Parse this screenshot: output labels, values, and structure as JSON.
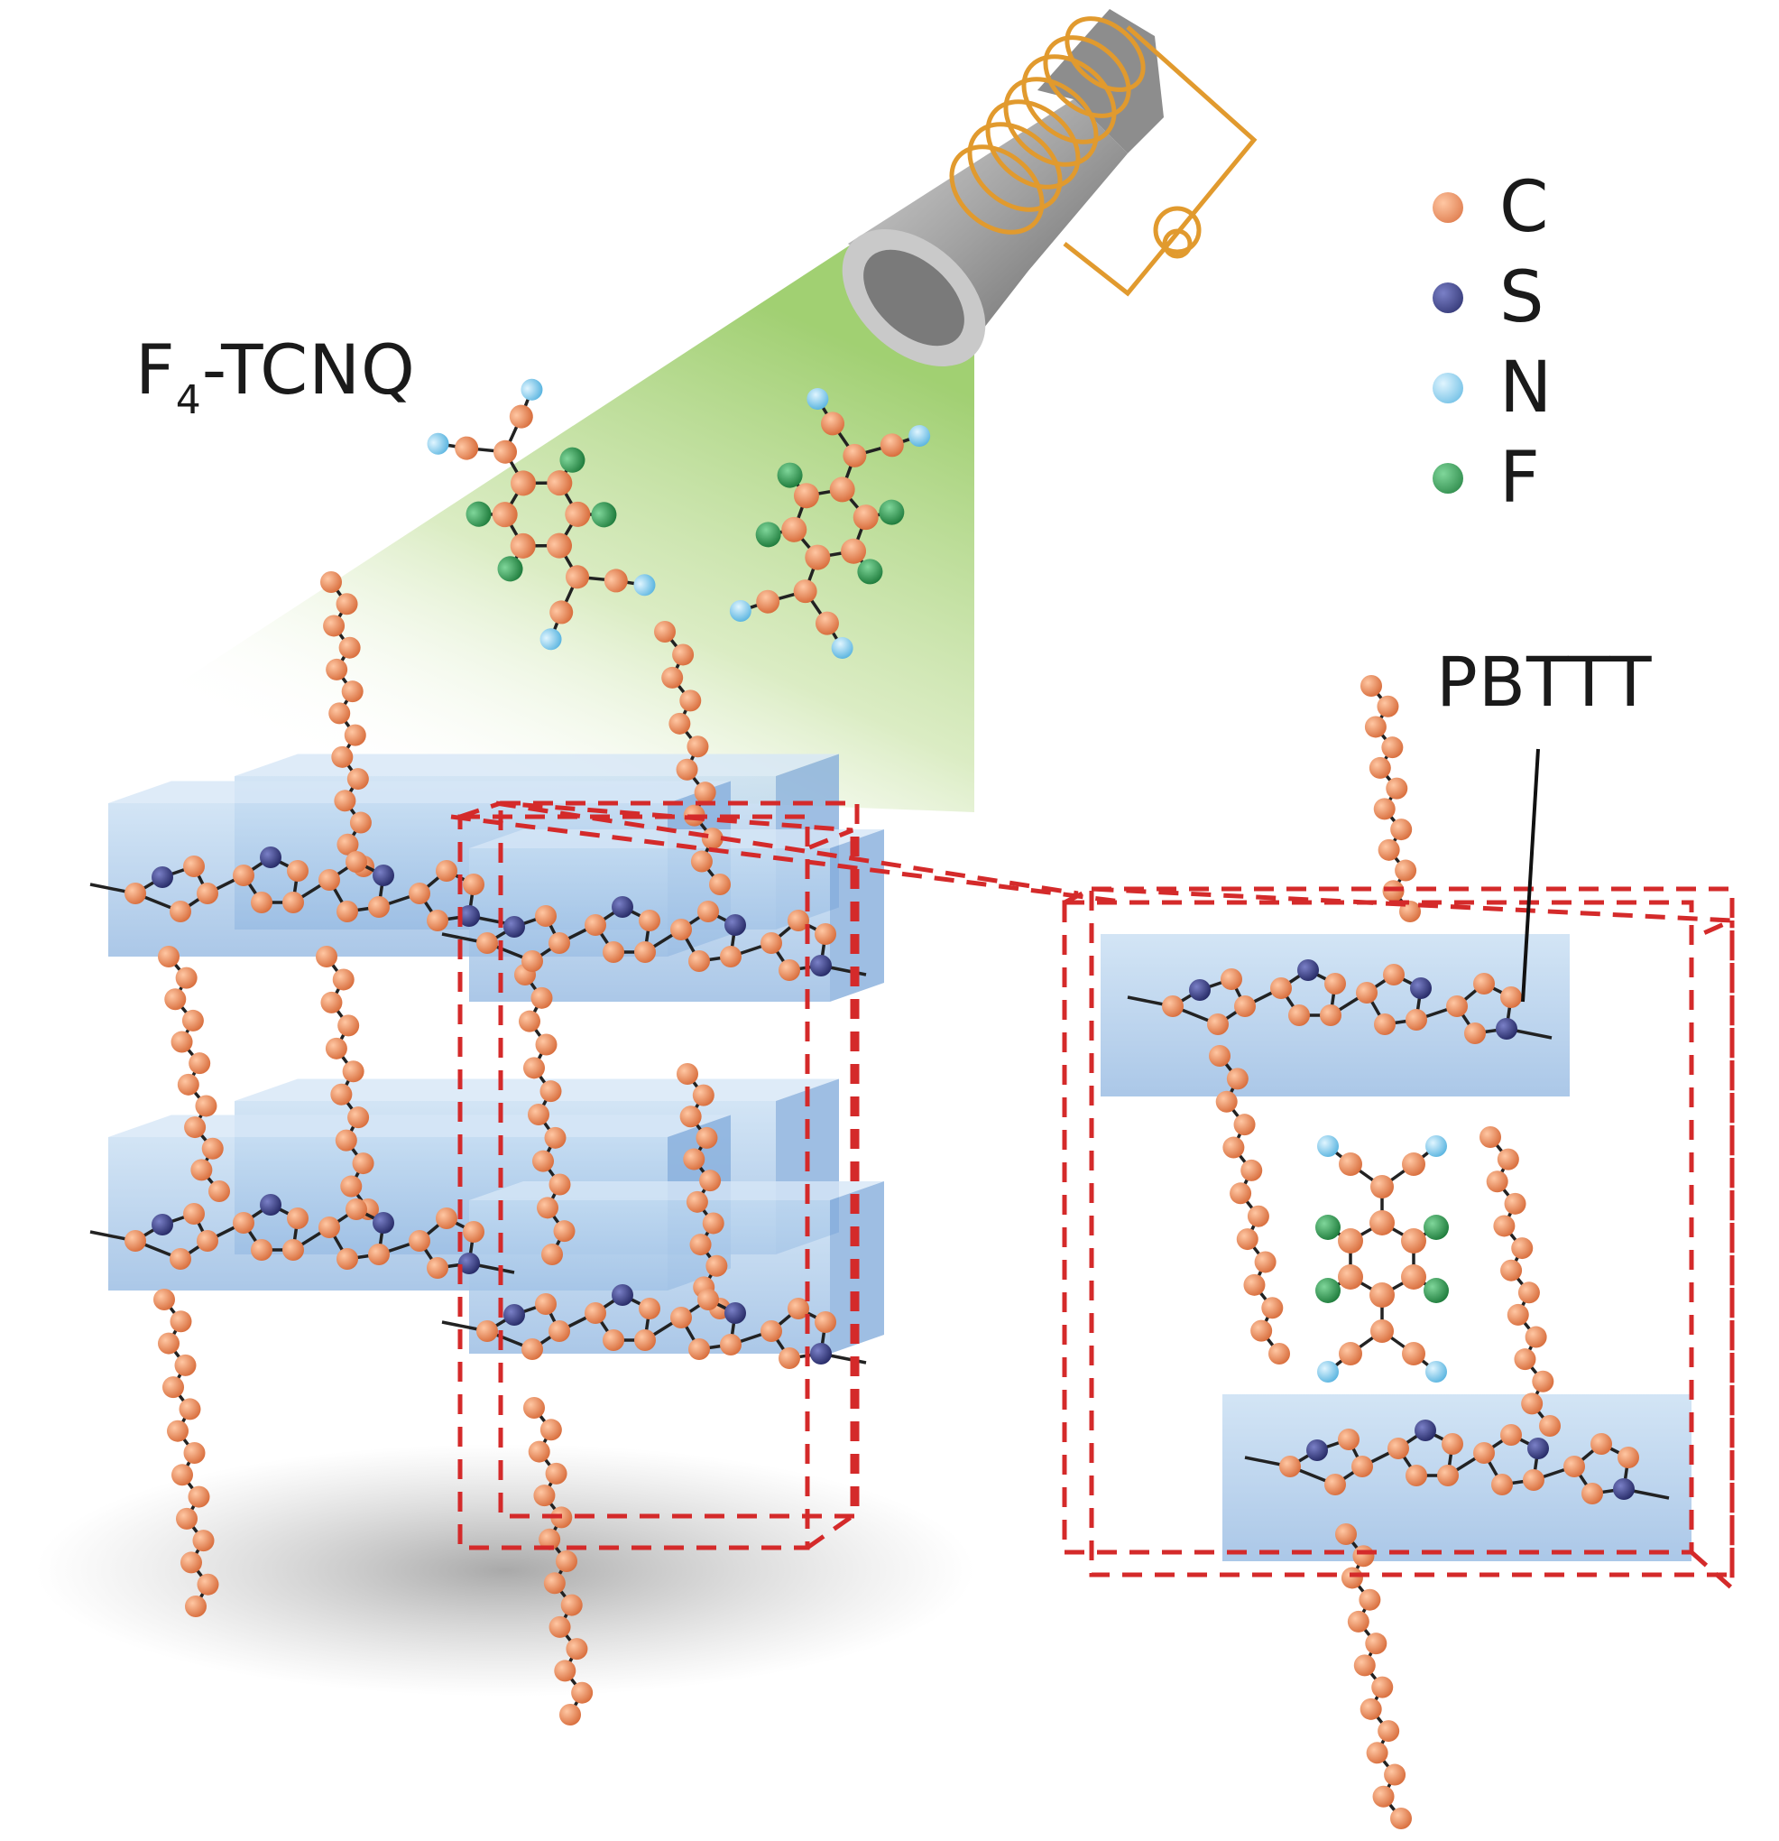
{
  "labels": {
    "dopant": "F",
    "dopant_sub": "4",
    "dopant_rest": "-TCNQ",
    "polymer": "PBTTT"
  },
  "legend": [
    {
      "symbol": "C",
      "color": "#e8875a"
    },
    {
      "symbol": "S",
      "color": "#3b3f86"
    },
    {
      "symbol": "N",
      "color": "#86d0ee"
    },
    {
      "symbol": "F",
      "color": "#2e9a4e"
    }
  ],
  "colors": {
    "carbon": "#e8875a",
    "sulfur": "#3b3f86",
    "nitrogen": "#86d0ee",
    "fluorine": "#2e9a4e",
    "slab": "#9cc0e4",
    "dashed_box": "#d42a2a",
    "light_beam": "#b6d98a",
    "coil": "#e19a2e",
    "lamp": "#8c8c8c"
  },
  "icons": [
    "lamp-icon",
    "coil-icon",
    "current-source-icon"
  ]
}
